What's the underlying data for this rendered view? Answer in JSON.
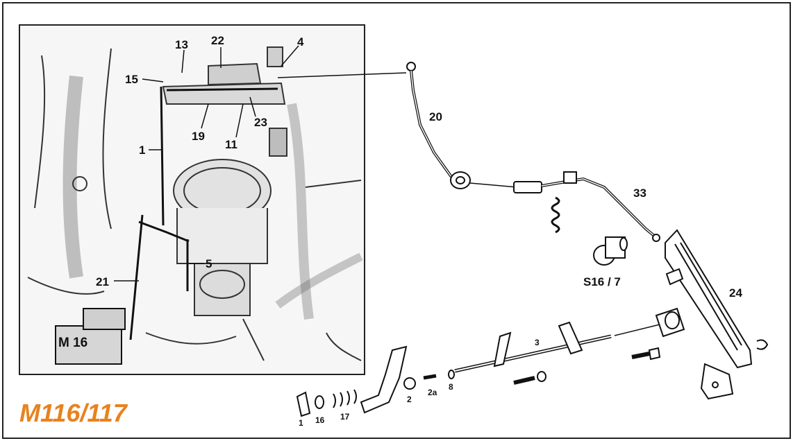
{
  "diagram": {
    "model_label": "M116/117",
    "model_label_color": "#e8821e",
    "line_color": "#222222",
    "photo_labels": {
      "p13": "13",
      "p22": "22",
      "p4": "4",
      "p15": "15",
      "p19": "19",
      "p11": "11",
      "p23": "23",
      "p1": "1",
      "p5": "5",
      "p21": "21",
      "m16": "M 16"
    },
    "exploded_labels": {
      "e20": "20",
      "e33": "33",
      "s16": "S16 / 7",
      "e24": "24",
      "e3": "3",
      "e2": "2",
      "e2a": "2a",
      "e8": "8",
      "e1": "1",
      "e16": "16",
      "e17": "17"
    }
  }
}
